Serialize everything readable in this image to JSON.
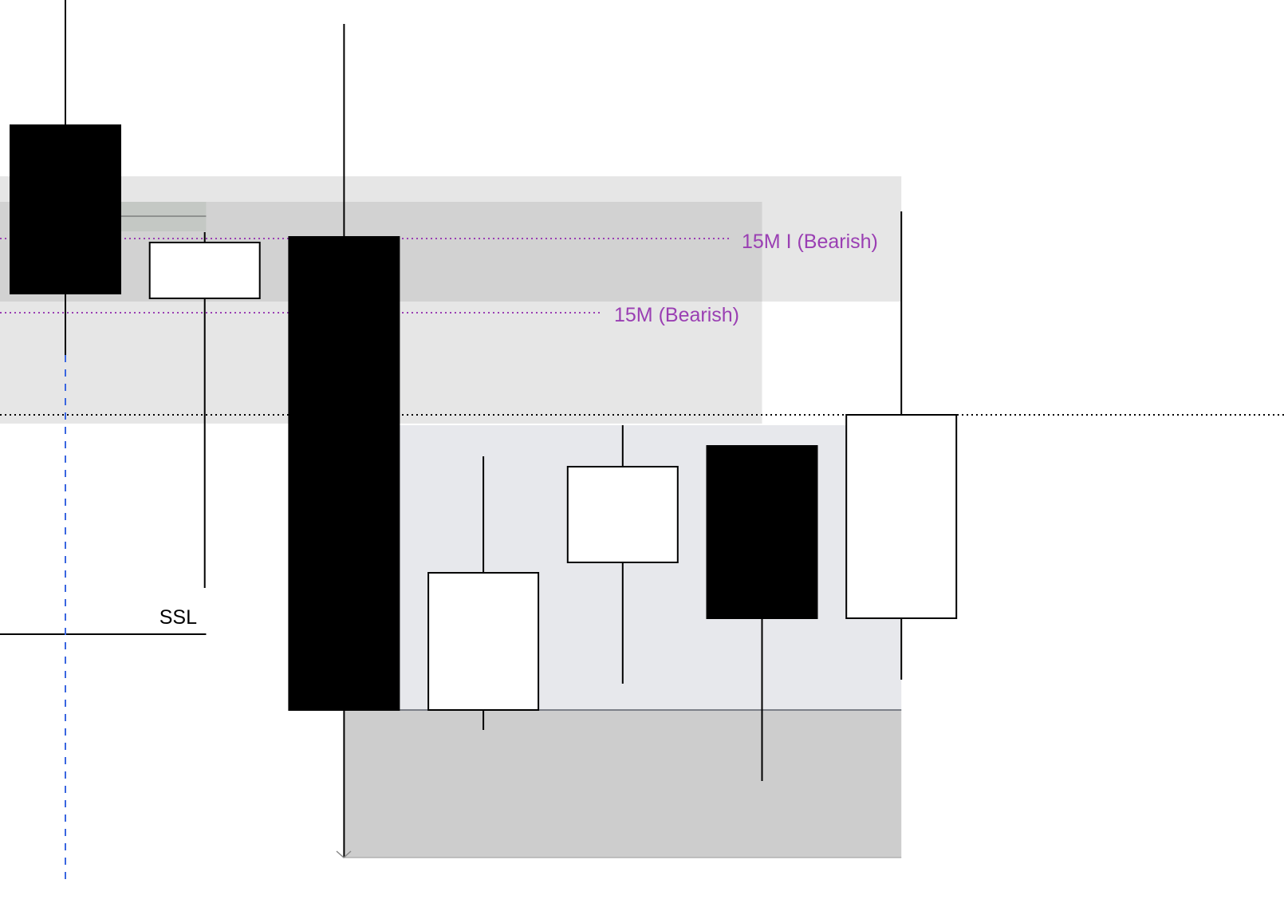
{
  "chart_data": {
    "type": "candlestick",
    "title": "",
    "xlabel": "",
    "ylabel": "",
    "grid": false,
    "ylim": [
      0,
      1152
    ],
    "xlim": [
      -0.47,
      8.75
    ],
    "candles": [
      {
        "i": 0,
        "open": 995,
        "high": 1152,
        "low": 707,
        "close": 784
      },
      {
        "i": 1,
        "open": 778,
        "high": 861,
        "low": 415,
        "close": 848
      },
      {
        "i": 2,
        "open": 855,
        "high": 1122,
        "low": 77,
        "close": 262
      },
      {
        "i": 3,
        "open": 262,
        "high": 580,
        "low": 237,
        "close": 434
      },
      {
        "i": 4,
        "open": 447,
        "high": 619,
        "low": 295,
        "close": 567
      },
      {
        "i": 5,
        "open": 593,
        "high": 593,
        "low": 173,
        "close": 377
      },
      {
        "i": 6,
        "open": 377,
        "high": 887,
        "low": 300,
        "close": 632
      }
    ],
    "zones": [
      {
        "name": "outer-zone",
        "from_i": -0.47,
        "to_i": 6.0,
        "low": 774,
        "high": 931,
        "color": "#e6e6e6"
      },
      {
        "name": "inner-zone-dark",
        "from_i": -0.47,
        "to_i": 5.0,
        "low": 774,
        "high": 899,
        "color": "#d2d2d2"
      },
      {
        "name": "inner-zone-light",
        "from_i": -0.47,
        "to_i": 5.0,
        "low": 621,
        "high": 774,
        "color": "#e6e6e6"
      },
      {
        "name": "small-zone",
        "from_i": 0.39,
        "to_i": 1.01,
        "low": 862,
        "high": 899,
        "color": "#c4c8c4",
        "mid": 881
      },
      {
        "name": "blue-gray-zone",
        "from_i": 2.39,
        "to_i": 6.0,
        "low": 262,
        "high": 619,
        "color": "#e7e8ec"
      },
      {
        "name": "bottom-zone",
        "from_i": 2.0,
        "to_i": 6.0,
        "low": 77,
        "high": 262,
        "color": "#cdcdcd"
      }
    ],
    "levels": [
      {
        "label": "15M I (Bearish)",
        "price": 853,
        "to_i": 4.77,
        "color": "#9a3fb3",
        "style": "dotted"
      },
      {
        "label": "15M (Bearish)",
        "price": 760,
        "to_i": 3.85,
        "color": "#9a3fb3",
        "style": "dotted"
      },
      {
        "label": "",
        "price": 632,
        "to_i": 8.75,
        "color": "#000000",
        "style": "dotted"
      },
      {
        "label": "SSL",
        "price": 357,
        "to_i": 1.01,
        "color": "#000000",
        "style": "solid"
      }
    ],
    "vertical_marker": {
      "i": 0,
      "from": 42,
      "to": 707,
      "color": "#3a66e0",
      "style": "dashed"
    },
    "colors": {
      "bearish": "#000000",
      "bullish": "#ffffff",
      "outline": "#000000"
    }
  }
}
